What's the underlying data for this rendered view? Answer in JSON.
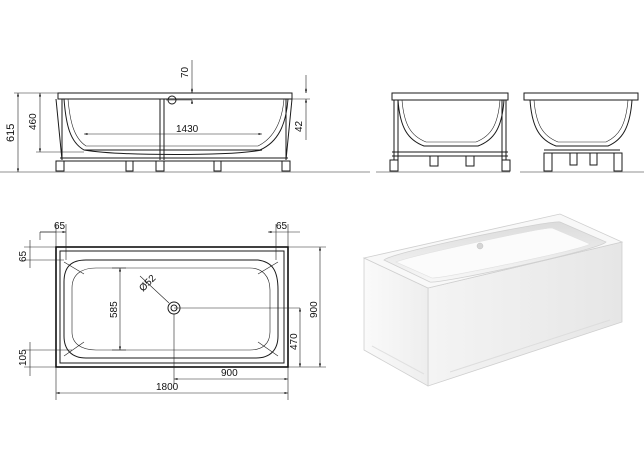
{
  "side_view": {
    "height_total": "615",
    "height_rim": "460",
    "inner_length": "1430",
    "drain_offset": "70",
    "drain_height": "42"
  },
  "top_view": {
    "side_margin_left": "65",
    "side_margin_right": "65",
    "top_margin": "65",
    "bottom_margin": "105",
    "inner_width": "585",
    "drain_diameter": "Ø52",
    "drain_from_bottom": "470",
    "total_width": "900",
    "half_length": "900",
    "total_length": "1800"
  }
}
